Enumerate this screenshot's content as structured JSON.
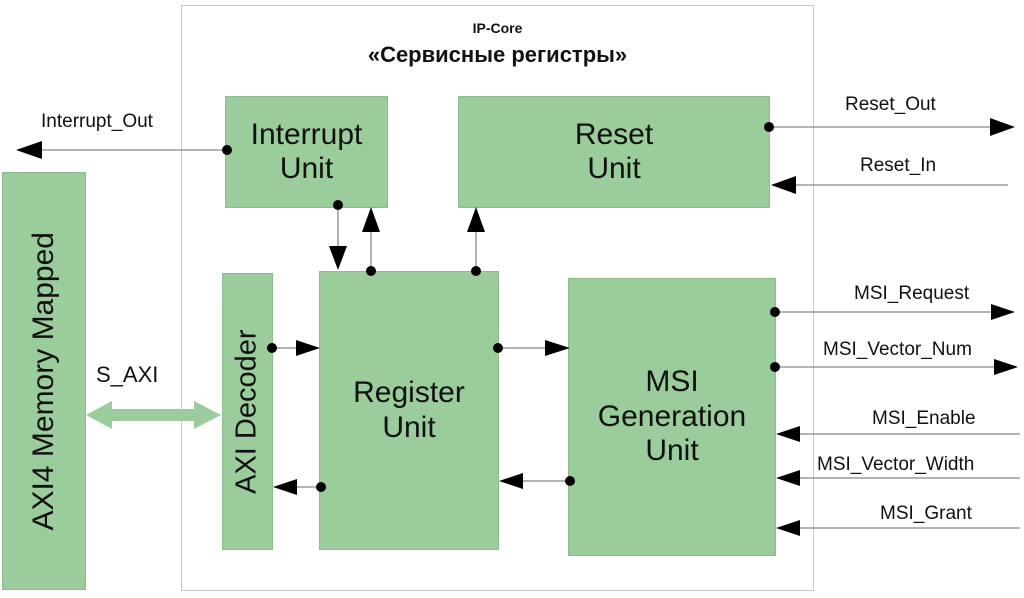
{
  "diagram": {
    "core_label": "IP-Core",
    "core_title": "«Сервисные регистры»",
    "external_block": "AXI4 Memory Mapped",
    "bus_label": "S_AXI",
    "blocks": {
      "interrupt_unit": "Interrupt\nUnit",
      "reset_unit": "Reset\nUnit",
      "axi_decoder": "AXI Decoder",
      "register_unit": "Register\nUnit",
      "msi_generation_unit": "MSI\nGeneration\nUnit"
    },
    "signals": {
      "interrupt_out": "Interrupt_Out",
      "reset_out": "Reset_Out",
      "reset_in": "Reset_In",
      "msi_request": "MSI_Request",
      "msi_vector_num": "MSI_Vector_Num",
      "msi_enable": "MSI_Enable",
      "msi_vector_width": "MSI_Vector_Width",
      "msi_grant": "MSI_Grant"
    },
    "colors": {
      "block_fill": "#9bcc9b",
      "core_border": "#c8c8c8",
      "wire": "#888888",
      "arrowhead": "#000000"
    }
  }
}
